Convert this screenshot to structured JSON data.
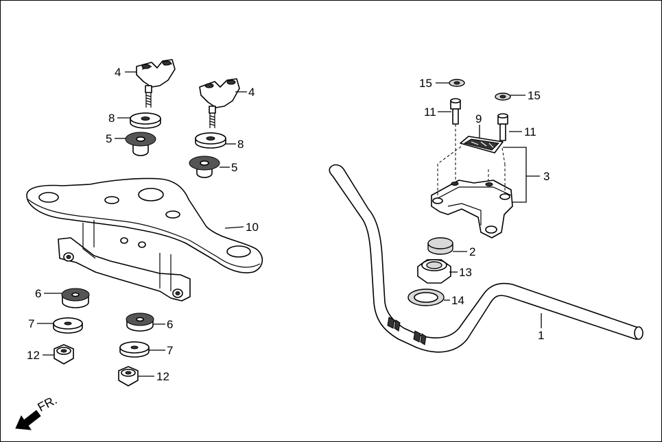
{
  "diagram": {
    "direction_label": "FR.",
    "callouts": {
      "c1": "1",
      "c2": "2",
      "c3": "3",
      "c4a": "4",
      "c4b": "4",
      "c5a": "5",
      "c5b": "5",
      "c6a": "6",
      "c6b": "6",
      "c7a": "7",
      "c7b": "7",
      "c8a": "8",
      "c8b": "8",
      "c9": "9",
      "c10": "10",
      "c11a": "11",
      "c11b": "11",
      "c12a": "12",
      "c12b": "12",
      "c13": "13",
      "c14": "14",
      "c15a": "15",
      "c15b": "15"
    }
  }
}
